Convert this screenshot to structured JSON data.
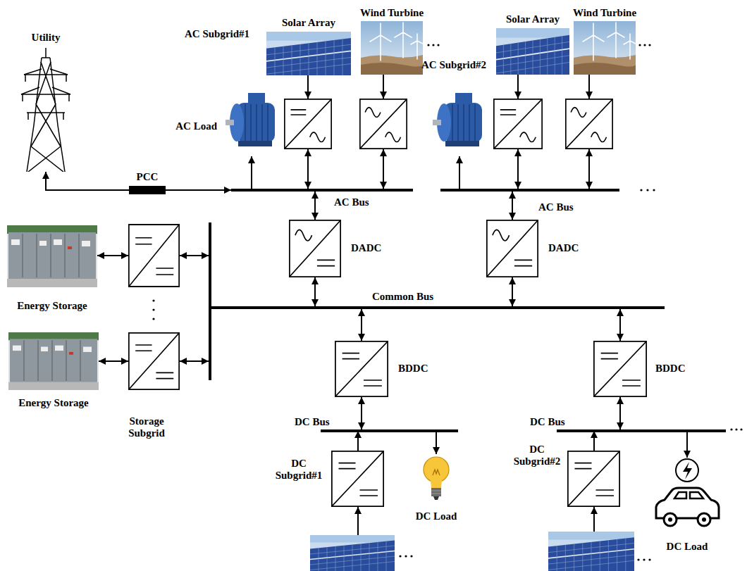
{
  "diagram": {
    "nodes": [
      {
        "text": [
          "Utility"
        ]
      },
      {
        "text": [
          "Solar Array"
        ]
      },
      {
        "text": [
          "Wind Turbine"
        ]
      },
      {
        "text": [
          "Solar Array"
        ]
      },
      {
        "text": [
          "Wind Turbine"
        ]
      },
      {
        "text": [
          "AC Load"
        ]
      },
      {
        "text": [
          "PCC"
        ]
      },
      {
        "text": [
          "AC Bus"
        ]
      },
      {
        "text": [
          "AC Bus"
        ]
      },
      {
        "text": [
          "DADC"
        ]
      },
      {
        "text": [
          "DADC"
        ]
      },
      {
        "text": [
          "Common Bus"
        ]
      },
      {
        "text": [
          "Energy Storage"
        ]
      },
      {
        "text": [
          "Energy Storage"
        ]
      },
      {
        "text": [
          "BDDC"
        ]
      },
      {
        "text": [
          "BDDC"
        ]
      },
      {
        "text": [
          "DC Bus"
        ]
      },
      {
        "text": [
          "DC Bus"
        ]
      },
      {
        "text": [
          "DC Load"
        ]
      },
      {
        "text": [
          "DC Load"
        ]
      }
    ],
    "edges": [
      {
        "from": 6,
        "to": 0,
        "arrow": "to"
      },
      {
        "from": 6,
        "to": 7,
        "arrow": "to"
      },
      {
        "from": 7,
        "to": 5,
        "arrow": "to"
      },
      {
        "from": 7,
        "to": 9,
        "arrow": "both"
      },
      {
        "from": 8,
        "to": 10,
        "arrow": "both"
      },
      {
        "from": 9,
        "to": 11,
        "arrow": "both"
      },
      {
        "from": 10,
        "to": 11,
        "arrow": "both"
      },
      {
        "from": 11,
        "to": 14,
        "arrow": "both"
      },
      {
        "from": 11,
        "to": 15,
        "arrow": "both"
      },
      {
        "from": 14,
        "to": 16,
        "arrow": "both"
      },
      {
        "from": 15,
        "to": 17,
        "arrow": "both"
      },
      {
        "from": 16,
        "to": 18,
        "arrow": "to"
      },
      {
        "from": 17,
        "to": 19,
        "arrow": "to"
      }
    ],
    "labels": [
      "AC Subgrid#1",
      "AC Subgrid#2",
      "Storage Subgrid",
      "DC Subgrid#1",
      "DC Subgrid#2"
    ]
  }
}
